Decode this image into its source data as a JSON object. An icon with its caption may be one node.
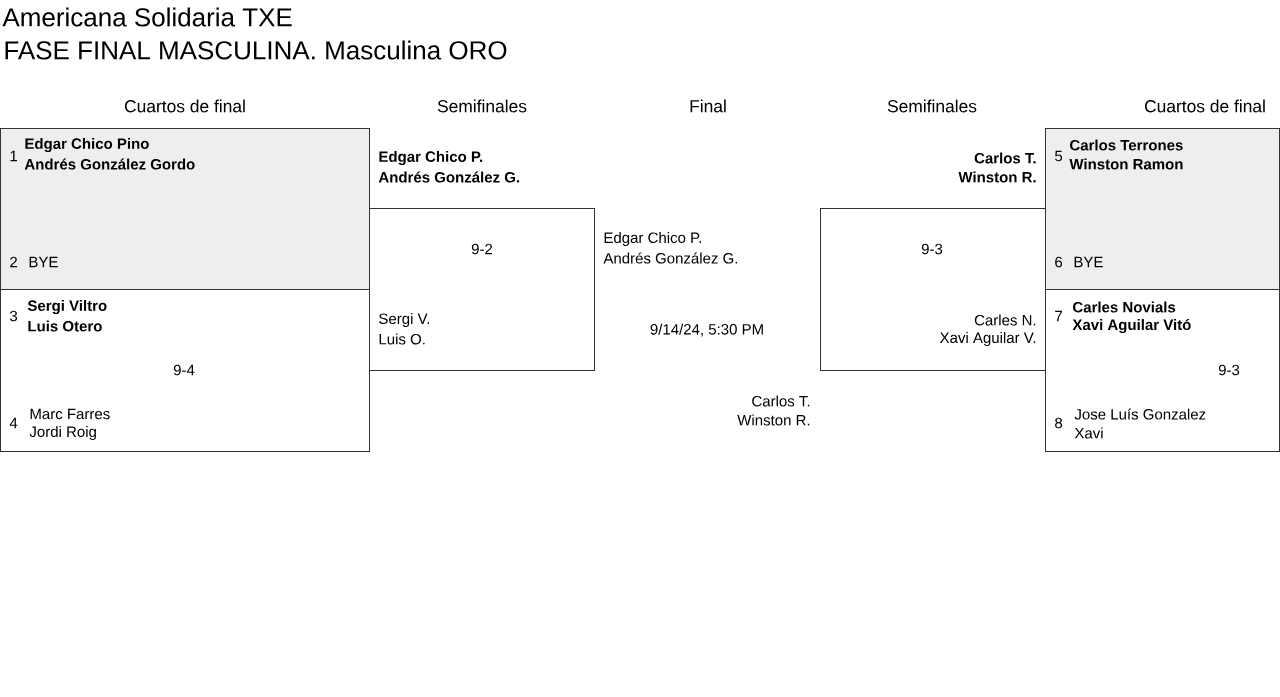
{
  "diagram": {
    "title": "Americana Solidaria TXE",
    "nodes": [
      {
        "text": [
          "1",
          "Edgar Chico Pino",
          "Andrés González Gordo",
          "2",
          "BYE"
        ]
      },
      {
        "text": [
          "3",
          "Sergi Viltro",
          "Luis Otero",
          "9-4",
          "4",
          "Marc Farres",
          "Jordi Roig"
        ]
      },
      {
        "text": [
          "Edgar Chico P.",
          "Andrés González G.",
          "9-2",
          "Sergi V.",
          "Luis O."
        ]
      },
      {
        "text": [
          "Carlos T.",
          "Winston R.",
          "9-3",
          "Carles N.",
          "Xavi Aguilar V."
        ]
      },
      {
        "text": [
          "5",
          "Carlos Terrones",
          "Winston Ramon",
          "6",
          "BYE"
        ]
      },
      {
        "text": [
          "7",
          "Carles Novials",
          "Xavi Aguilar Vitó",
          "9-3",
          "8",
          "Jose Luís Gonzalez",
          "Xavi"
        ]
      }
    ],
    "labels": [
      "FASE FINAL MASCULINA. Masculina ORO",
      "Cuartos de final",
      "Semifinales",
      "Final",
      "Semifinales",
      "Cuartos de final",
      "Edgar Chico P.",
      "Andrés González G.",
      "9/14/24, 5:30 PM",
      "Carlos T.",
      "Winston R."
    ]
  }
}
